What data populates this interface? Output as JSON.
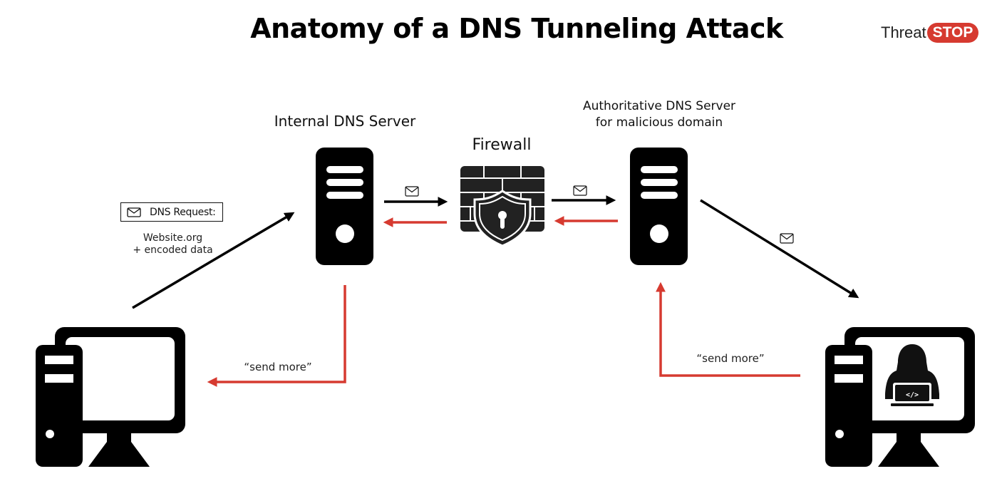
{
  "title": "Anatomy of a DNS Tunneling Attack",
  "logo": {
    "part1": "Threat",
    "part2": "STOP",
    "accent": "#d63a30"
  },
  "nodes": {
    "internal_dns": {
      "label": "Internal DNS Server",
      "icon": "server-icon"
    },
    "firewall": {
      "label": "Firewall",
      "icon": "firewall-shield-lock-icon"
    },
    "authoritative_dns": {
      "label_line1": "Authoritative DNS Server",
      "label_line2": "for malicious domain",
      "icon": "server-icon"
    },
    "victim": {
      "icon": "desktop-computer-icon"
    },
    "attacker": {
      "icon": "hacker-computer-icon"
    }
  },
  "dns_request": {
    "label": "DNS Request:",
    "line1": "Website.org",
    "line2": "+ encoded data",
    "icon": "envelope-icon"
  },
  "responses": {
    "left": "“send more”",
    "right": "“send more”"
  },
  "colors": {
    "request": "#000000",
    "response": "#d63a30"
  }
}
